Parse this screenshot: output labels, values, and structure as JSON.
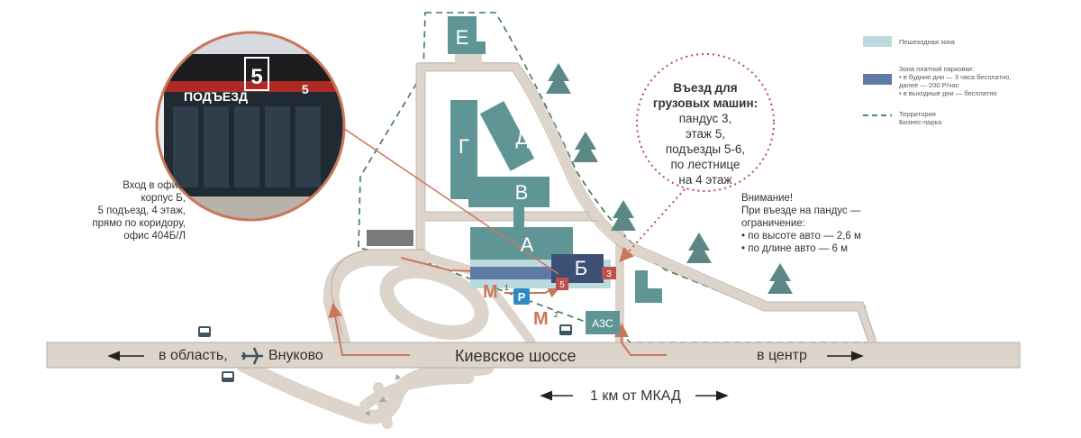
{
  "labels": {
    "buildings": {
      "e": "Е",
      "g": "Г",
      "d": "Д",
      "v": "В",
      "a": "А",
      "b": "Б"
    },
    "entrance_5": "5",
    "ramp_3": "3",
    "parking": "P",
    "gas_station": "АЗС",
    "metro": "М",
    "metro_1": "1",
    "metro_2": "2"
  },
  "roads": {
    "main": "Киевское шоссе",
    "to_region": "в область,",
    "airport": "Внуково",
    "to_center": "в центр",
    "distance": "1 км от МКАД"
  },
  "office_entry": {
    "lines": [
      "Вход в офис:",
      "корпус Б,",
      "5 подъезд, 4 этаж,",
      "прямо по коридору,",
      "офис 404Б/Л"
    ]
  },
  "truck_entry": {
    "title_lines": [
      "Въезд для",
      "грузовых машин:"
    ],
    "lines": [
      "пандус 3,",
      "этаж 5,",
      "подъезды 5-6,",
      "по лестнице",
      "на 4 этаж"
    ]
  },
  "warning": {
    "lines": [
      "Внимание!",
      "При въезде на пандус —",
      "ограничение:",
      "• по высоте авто — 2,6 м",
      "• по длине авто — 6 м"
    ]
  },
  "legend": [
    {
      "key": "pedestrian",
      "lines": [
        "Пешеходная зона"
      ],
      "color": "#bcd9de"
    },
    {
      "key": "paid_parking",
      "lines": [
        "Зона платной парковки:",
        "• в будние дни — 3 часа бесплатно,",
        "далее — 200 Р/час",
        "• в выходные дни — бесплатно"
      ],
      "color": "#5f7aa5"
    },
    {
      "key": "territory",
      "lines": [
        "Территория",
        "Бизнес-парка"
      ],
      "color": "#3b7a57"
    }
  ],
  "photo": {
    "sign_text": "ПОДЪЕЗД",
    "sign_number": "5",
    "small_number": "5"
  },
  "colors": {
    "building": "#5f9695",
    "building_dark": "#3c4f75",
    "road": "#ddd4cb",
    "road_edge": "#b5ada4",
    "route_arrow": "#c9775a",
    "ramp_marker": "#c0504d",
    "metro": "#c9775a",
    "tree": "#5b8787",
    "territory_border": "#3b7a57"
  }
}
